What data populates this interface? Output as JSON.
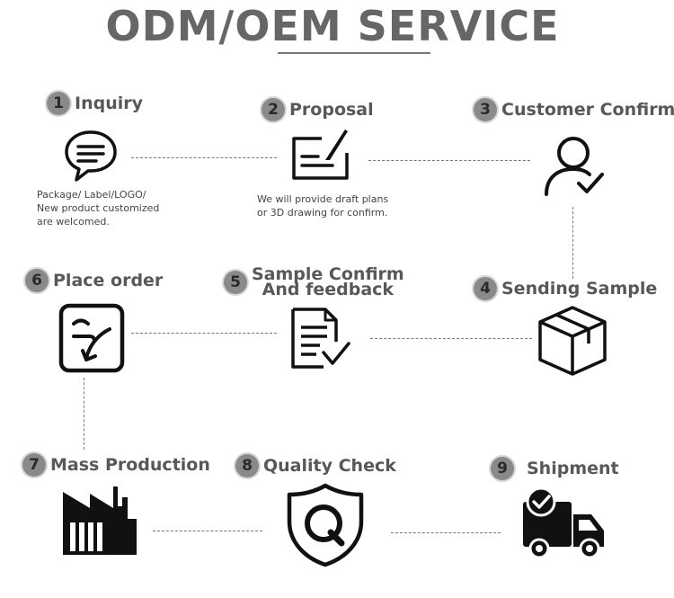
{
  "title": "ODM/OEM SERVICE",
  "steps": [
    {
      "number": "1",
      "label": "Inquiry",
      "icon": "chat-bubble-icon"
    },
    {
      "number": "2",
      "label": "Proposal",
      "icon": "signature-form-icon"
    },
    {
      "number": "3",
      "label": "Customer Confirm",
      "icon": "user-check-icon"
    },
    {
      "number": "4",
      "label": "Sending Sample",
      "icon": "package-box-icon"
    },
    {
      "number": "5",
      "label_line1": "Sample Confirm",
      "label_line2": "And feedback",
      "icon": "document-check-icon"
    },
    {
      "number": "6",
      "label": "Place order",
      "icon": "order-form-icon"
    },
    {
      "number": "7",
      "label": "Mass Production",
      "icon": "factory-icon"
    },
    {
      "number": "8",
      "label": "Quality Check",
      "icon": "quality-shield-icon"
    },
    {
      "number": "9",
      "label": "Shipment",
      "icon": "delivery-truck-icon"
    }
  ],
  "notes": {
    "inquiry": [
      "Package/ Label/LOGO/",
      "New product customized",
      "are welcomed."
    ],
    "proposal": [
      "We will provide draft plans",
      "or 3D drawing for confirm."
    ]
  }
}
